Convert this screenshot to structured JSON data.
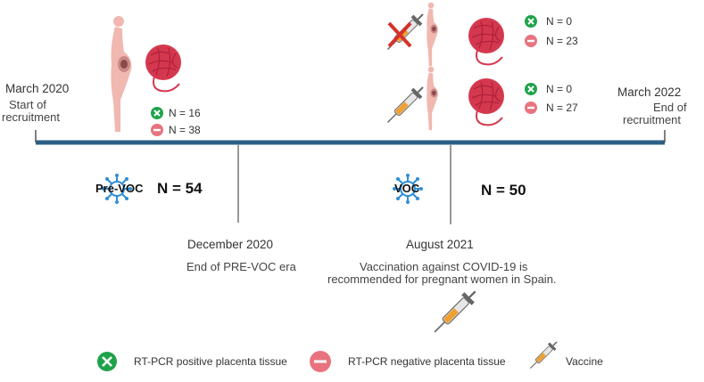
{
  "timeline": {
    "start_date": "March 2020",
    "start_note_1": "Start of",
    "start_note_2": "recruitment",
    "end_date": "March 2022",
    "end_note_1": "End of",
    "end_note_2": "recruitment",
    "dec_date": "December 2020",
    "dec_note": "End of PRE-VOC era",
    "aug_date": "August 2021",
    "aug_note_1": "Vaccination against COVID-19 is",
    "aug_note_2": "recommended for pregnant women in Spain."
  },
  "eras": {
    "prevoc_label": "Pre-VOC",
    "prevoc_n": "N = 54",
    "voc_label": "VOC",
    "voc_n": "N = 50"
  },
  "groups": {
    "prevoc_pos": "N = 16",
    "prevoc_neg": "N = 38",
    "unvacc_pos": "N = 0",
    "unvacc_neg": "N = 23",
    "vacc_pos": "N = 0",
    "vacc_neg": "N = 27"
  },
  "legend": {
    "positive": "RT-PCR positive placenta tissue",
    "negative": "RT-PCR negative placenta tissue",
    "vaccine": "Vaccine"
  },
  "colors": {
    "timeline": "#2b5f85",
    "positive": "#1fa34a",
    "negative": "#e8737f",
    "placenta": "#d4384f",
    "body": "#f0b8b0",
    "virus": "#2f8fd6"
  }
}
